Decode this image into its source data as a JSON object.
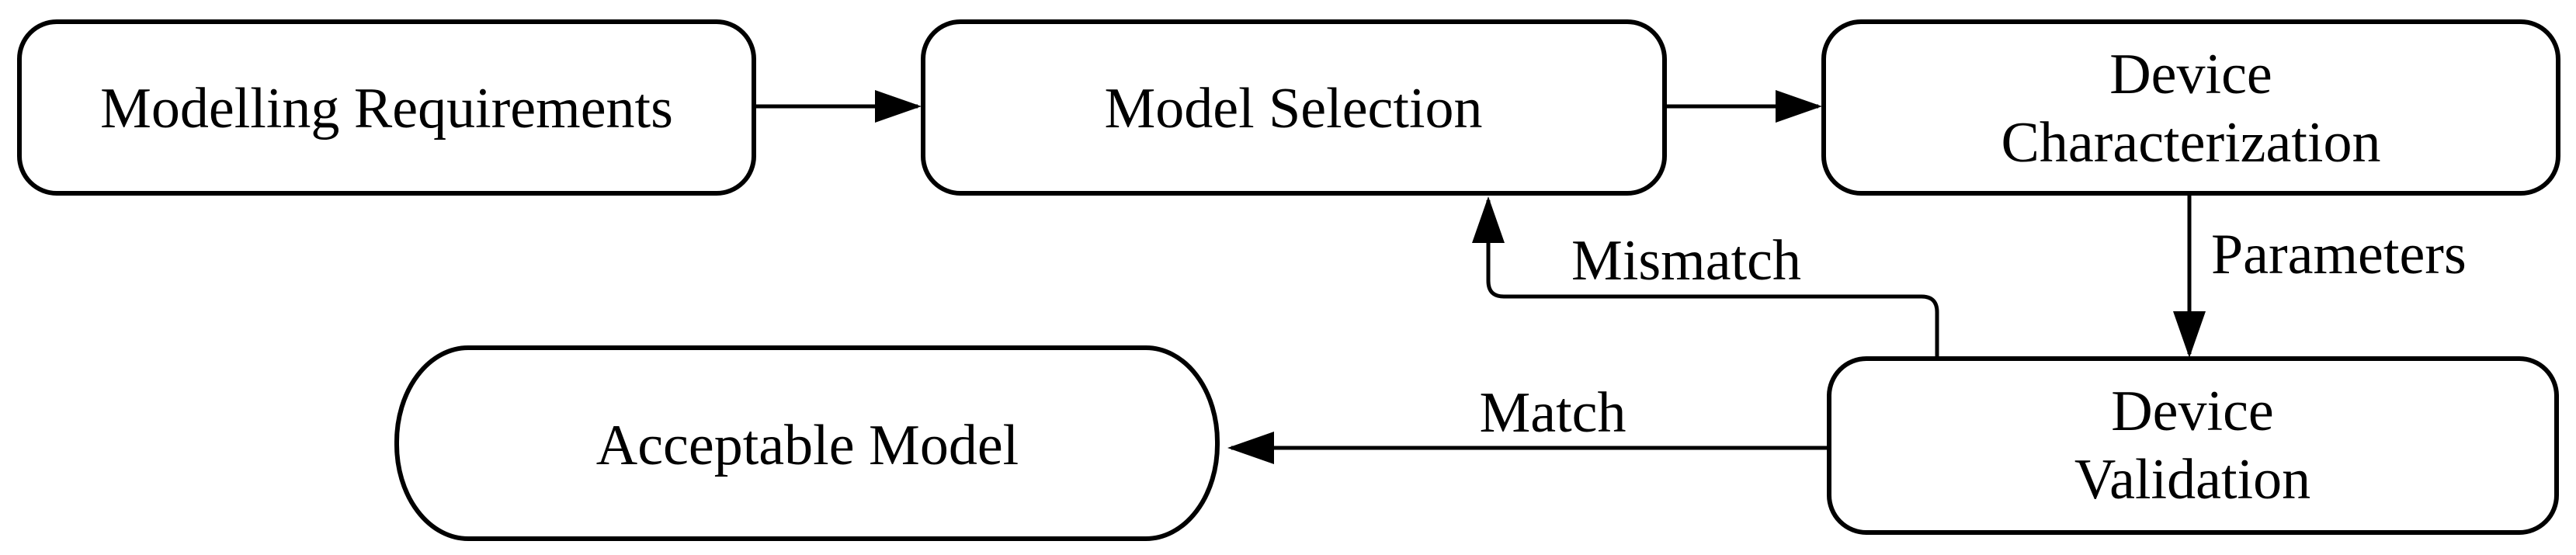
{
  "figure": {
    "type": "flowchart",
    "background_color": "#ffffff",
    "line_color": "#000000",
    "text_color": "#000000",
    "nodes": {
      "modelling_requirements": {
        "label": "Modelling Requirements",
        "shape": "rounded-rectangle"
      },
      "model_selection": {
        "label": "Model Selection",
        "shape": "rounded-rectangle"
      },
      "device_characterization": {
        "line1": "Device",
        "line2": "Characterization",
        "shape": "rounded-rectangle"
      },
      "device_validation": {
        "line1": "Device",
        "line2": "Validation",
        "shape": "rounded-rectangle"
      },
      "acceptable_model": {
        "label": "Acceptable Model",
        "shape": "stadium"
      }
    },
    "edges": [
      {
        "from": "modelling_requirements",
        "to": "model_selection",
        "label": ""
      },
      {
        "from": "model_selection",
        "to": "device_characterization",
        "label": ""
      },
      {
        "from": "device_characterization",
        "to": "device_validation",
        "label": "Parameters"
      },
      {
        "from": "device_validation",
        "to": "model_selection",
        "label": "Mismatch"
      },
      {
        "from": "device_validation",
        "to": "acceptable_model",
        "label": "Match"
      }
    ],
    "edge_labels": {
      "parameters": "Parameters",
      "mismatch": "Mismatch",
      "match": "Match"
    }
  }
}
